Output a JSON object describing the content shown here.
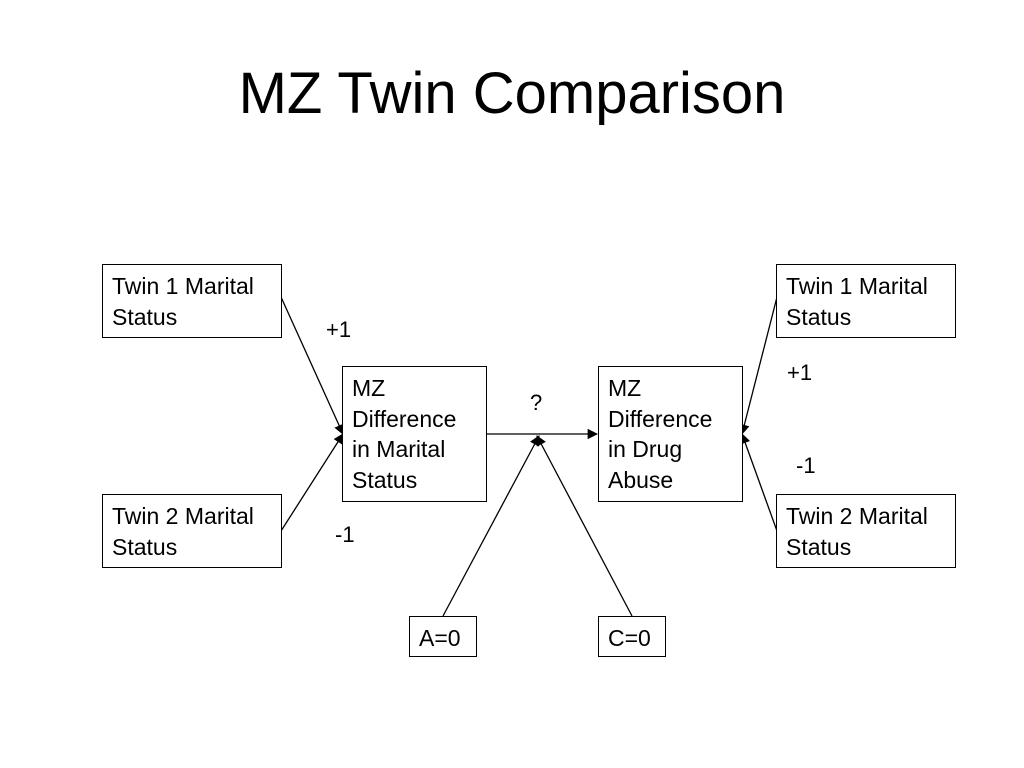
{
  "title": "MZ Twin Comparison",
  "nodes": {
    "left_twin1": "Twin 1 Marital\nStatus",
    "left_twin2": "Twin 2 Marital\nStatus",
    "marital_diff": "MZ\nDifference\nin Marital\nStatus",
    "drug_diff": "MZ\nDifference\nin Drug\nAbuse",
    "right_twin1": "Twin 1 Marital\nStatus",
    "right_twin2": "Twin 2 Marital\nStatus",
    "a_node": "A=0",
    "c_node": "C=0"
  },
  "labels": {
    "left_plus": "+1",
    "left_minus": "-1",
    "question": "?",
    "right_plus": "+1",
    "right_minus": "-1"
  },
  "colors": {
    "line": "#000000",
    "box_border": "#000000",
    "background": "#ffffff"
  }
}
